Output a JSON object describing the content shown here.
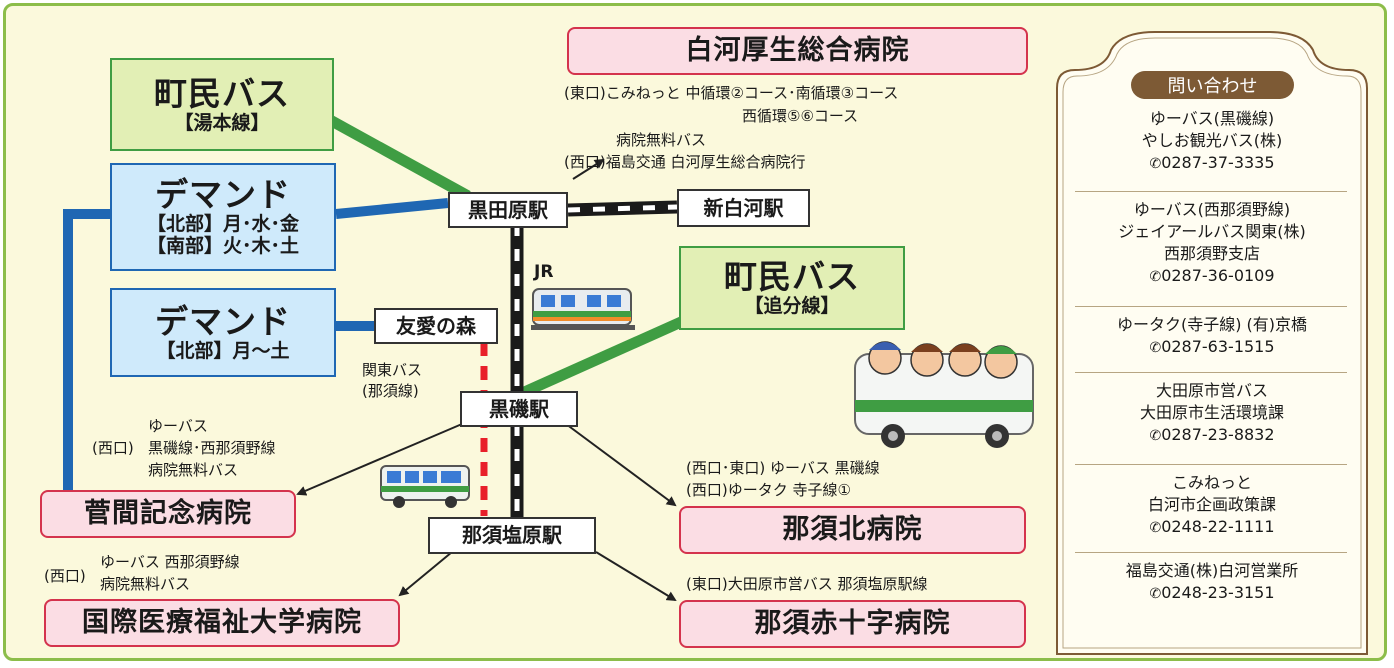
{
  "hospitals": {
    "shirakawa": "白河厚生総合病院",
    "sugama": "菅間記念病院",
    "kokusai": "国際医療福祉大学病院",
    "nasu_kita": "那須北病院",
    "nasu_red_cross": "那須赤十字病院"
  },
  "bus_boxes": {
    "town_bus_yumoto_title": "町民バス",
    "town_bus_yumoto_sub": "【湯本線】",
    "demand1_title": "デマンド",
    "demand1_line1": "【北部】月･水･金",
    "demand1_line2": "【南部】火･木･土",
    "demand2_title": "デマンド",
    "demand2_line1": "【北部】月〜土",
    "town_bus_oiwake_title": "町民バス",
    "town_bus_oiwake_sub": "【追分線】"
  },
  "stations": {
    "kurodahara": "黒田原駅",
    "shin_shirakawa": "新白河駅",
    "yuai_no_mori": "友愛の森",
    "kuroiso": "黒磯駅",
    "nasushiobara": "那須塩原駅"
  },
  "labels": {
    "jr": "JR",
    "kanto_bus_1": "関東バス",
    "kanto_bus_2": "(那須線)"
  },
  "route_notes": {
    "shirakawa_east_1": "(東口)こみねっと 中循環②コース･南循環③コース",
    "shirakawa_east_2": "西循環⑤⑥コース",
    "shirakawa_west_1": "病院無料バス",
    "shirakawa_west_2": "(西口)福島交通 白河厚生総合病院行",
    "sugama_1": "ゆーバス",
    "sugama_west": "(西口)",
    "sugama_2": "黒磯線･西那須野線",
    "sugama_3": "病院無料バス",
    "kokusai_west": "(西口)",
    "kokusai_1": "ゆーバス 西那須野線",
    "kokusai_2": "病院無料バス",
    "nasukita_1": "(西口･東口) ゆーバス 黒磯線",
    "nasukita_2": "(西口)ゆータク 寺子線①",
    "redcross_1": "(東口)大田原市営バス 那須塩原駅線"
  },
  "contacts": {
    "title": "問い合わせ",
    "entries": [
      {
        "lines": [
          "ゆーバス(黒磯線)",
          "やしお観光バス(株)"
        ],
        "phone": "0287-37-3335"
      },
      {
        "lines": [
          "ゆーバス(西那須野線)",
          "ジェイアールバス関東(株)",
          "西那須野支店"
        ],
        "phone": "0287-36-0109"
      },
      {
        "lines": [
          "ゆータク(寺子線) (有)京橋"
        ],
        "phone": "0287-63-1515"
      },
      {
        "lines": [
          "大田原市営バス",
          "大田原市生活環境課"
        ],
        "phone": "0287-23-8832"
      },
      {
        "lines": [
          "こみねっと",
          "白河市企画政策課"
        ],
        "phone": "0248-22-1111"
      },
      {
        "lines": [
          "福島交通(株)白河営業所"
        ],
        "phone": "0248-23-3151"
      }
    ]
  },
  "colors": {
    "frame": "#8cbd4a",
    "background": "#fbf9dc",
    "town_bus_green": "#3f9d43",
    "demand_blue": "#1f67b3",
    "hospital_red": "#d4334d",
    "kanto_bus_red": "#e8202a",
    "contact_brown": "#7d5a35"
  },
  "icons": [
    "phone-icon",
    "train-icon",
    "tour-bus-icon",
    "city-bus-icon"
  ]
}
